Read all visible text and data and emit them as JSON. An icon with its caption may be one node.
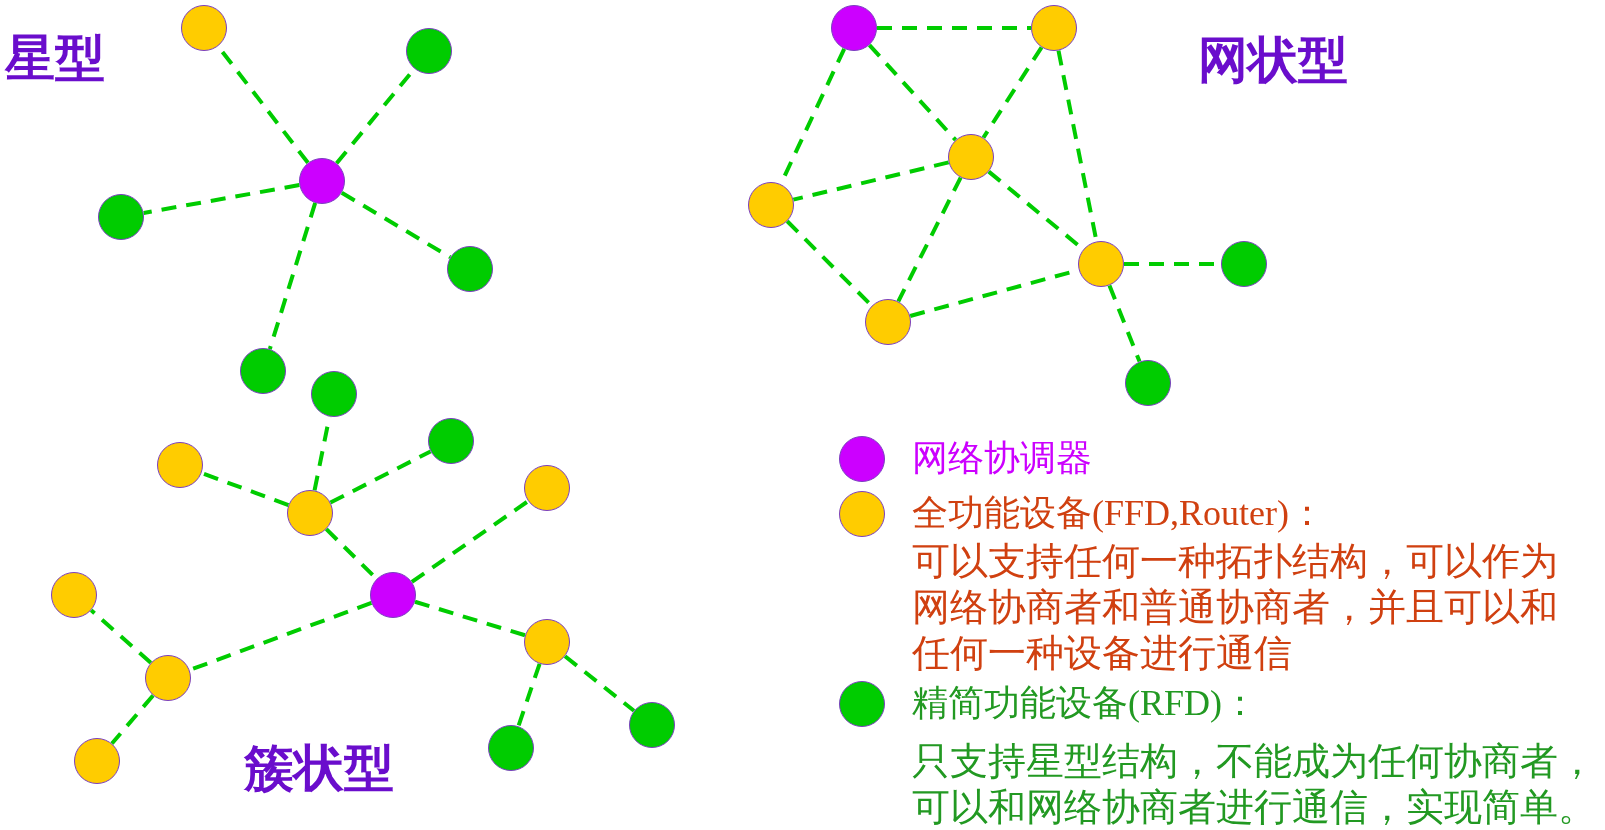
{
  "diagram": {
    "nodes": [
      {
        "text": [],
        "shape": "circle"
      },
      {
        "text": [],
        "shape": "circle"
      },
      {
        "text": [],
        "shape": "circle"
      },
      {
        "text": [],
        "shape": "circle"
      },
      {
        "text": [],
        "shape": "circle"
      },
      {
        "text": [],
        "shape": "circle"
      },
      {
        "text": [],
        "shape": "circle"
      },
      {
        "text": [],
        "shape": "circle"
      },
      {
        "text": [],
        "shape": "circle"
      },
      {
        "text": [],
        "shape": "circle"
      },
      {
        "text": [],
        "shape": "circle"
      },
      {
        "text": [],
        "shape": "circle"
      },
      {
        "text": [],
        "shape": "circle"
      },
      {
        "text": [],
        "shape": "circle"
      },
      {
        "text": [],
        "shape": "circle"
      },
      {
        "text": [],
        "shape": "circle"
      },
      {
        "text": [],
        "shape": "circle"
      },
      {
        "text": [],
        "shape": "circle"
      },
      {
        "text": [],
        "shape": "circle"
      },
      {
        "text": [],
        "shape": "circle"
      },
      {
        "text": [],
        "shape": "circle"
      },
      {
        "text": [],
        "shape": "circle"
      },
      {
        "text": [],
        "shape": "circle"
      },
      {
        "text": [],
        "shape": "circle"
      },
      {
        "text": [],
        "shape": "circle"
      },
      {
        "text": [],
        "shape": "circle"
      }
    ],
    "edges": [
      {
        "from": 0,
        "to": 1,
        "arrow": "none",
        "style": "dashed"
      },
      {
        "from": 0,
        "to": 2,
        "arrow": "none",
        "style": "dashed"
      },
      {
        "from": 0,
        "to": 3,
        "arrow": "none",
        "style": "dashed"
      },
      {
        "from": 0,
        "to": 4,
        "arrow": "none",
        "style": "dashed"
      },
      {
        "from": 0,
        "to": 5,
        "arrow": "none",
        "style": "dashed"
      },
      {
        "from": 6,
        "to": 7,
        "arrow": "none",
        "style": "dashed"
      },
      {
        "from": 6,
        "to": 8,
        "arrow": "none",
        "style": "dashed"
      },
      {
        "from": 6,
        "to": 9,
        "arrow": "none",
        "style": "dashed"
      },
      {
        "from": 7,
        "to": 8,
        "arrow": "none",
        "style": "dashed"
      },
      {
        "from": 7,
        "to": 10,
        "arrow": "none",
        "style": "dashed"
      },
      {
        "from": 8,
        "to": 9,
        "arrow": "none",
        "style": "dashed"
      },
      {
        "from": 8,
        "to": 10,
        "arrow": "none",
        "style": "dashed"
      },
      {
        "from": 8,
        "to": 12,
        "arrow": "none",
        "style": "dashed"
      },
      {
        "from": 9,
        "to": 12,
        "arrow": "none",
        "style": "dashed"
      },
      {
        "from": 12,
        "to": 10,
        "arrow": "none",
        "style": "dashed"
      },
      {
        "from": 10,
        "to": 11,
        "arrow": "none",
        "style": "dashed"
      },
      {
        "from": 10,
        "to": 13,
        "arrow": "none",
        "style": "dashed"
      },
      {
        "from": 17,
        "to": 14,
        "arrow": "none",
        "style": "dashed"
      },
      {
        "from": 17,
        "to": 15,
        "arrow": "none",
        "style": "dashed"
      },
      {
        "from": 17,
        "to": 16,
        "arrow": "none",
        "style": "dashed"
      },
      {
        "from": 17,
        "to": 19,
        "arrow": "none",
        "style": "dashed"
      },
      {
        "from": 19,
        "to": 18,
        "arrow": "none",
        "style": "dashed"
      },
      {
        "from": 19,
        "to": 22,
        "arrow": "none",
        "style": "dashed"
      },
      {
        "from": 19,
        "to": 21,
        "arrow": "none",
        "style": "dashed"
      },
      {
        "from": 22,
        "to": 20,
        "arrow": "none",
        "style": "dashed"
      },
      {
        "from": 22,
        "to": 25,
        "arrow": "none",
        "style": "dashed"
      },
      {
        "from": 21,
        "to": 23,
        "arrow": "none",
        "style": "dashed"
      },
      {
        "from": 21,
        "to": 24,
        "arrow": "none",
        "style": "dashed"
      }
    ],
    "labels": [
      "星型",
      "网状型",
      "簇状型",
      "可以支持任何一种拓扑结构，可以作为网络协商者和普通协商者，并且可以和任何一种设备进行通信",
      "只支持星型结构，不能成为任何协商者，可以和网络协商者进行通信，实现简单。"
    ],
    "legend": [
      {
        "text": "网络协调器",
        "color": "#cc00ff"
      },
      {
        "text": "全功能设备(FFD,Router)：",
        "color": "#ffcc00"
      },
      {
        "text": "精简功能设备(RFD)：",
        "color": "#00cc00"
      }
    ]
  }
}
